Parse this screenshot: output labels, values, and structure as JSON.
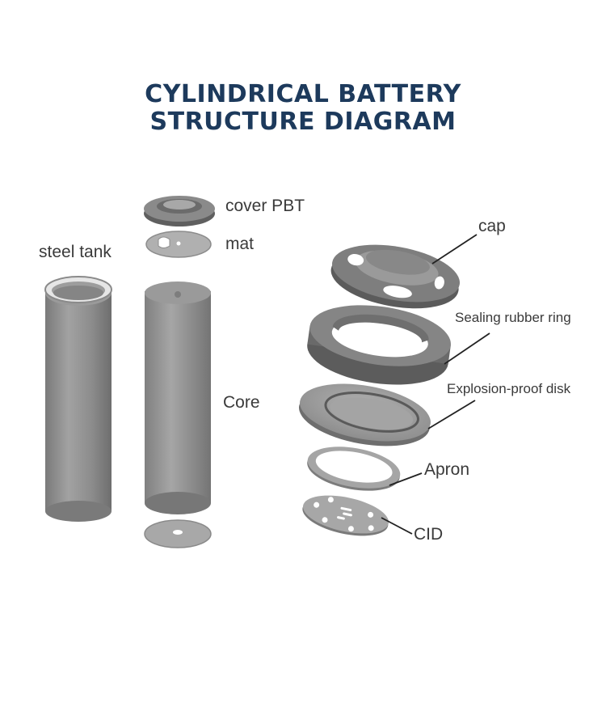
{
  "title": {
    "line1": "CYLINDRICAL BATTERY",
    "line2": "STRUCTURE DIAGRAM"
  },
  "labels": {
    "steel_tank": "steel tank",
    "cover_pbt": "cover PBT",
    "mat": "mat",
    "core": "Core",
    "cap": "cap",
    "sealing_ring": "Sealing rubber ring",
    "explosion_disk": "Explosion-proof disk",
    "apron": "Apron",
    "cid": "CID"
  },
  "colors": {
    "title": "#1d3a5c",
    "label": "#3a3a3a",
    "part_light": "#b9b9b9",
    "part_mid": "#8f8f8f",
    "part_dark": "#6a6a6a"
  }
}
